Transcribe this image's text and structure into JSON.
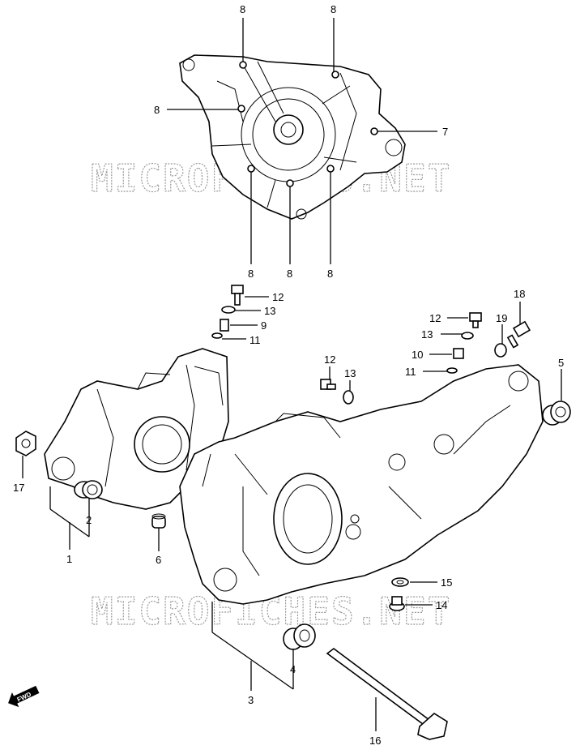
{
  "watermark": {
    "text_top": "MICROFICHES.NET",
    "text_bottom": "MICROFICHES.NET"
  },
  "fwd_label": "FWD",
  "callouts": [
    {
      "id": "8a",
      "text": "8"
    },
    {
      "id": "8b",
      "text": "8"
    },
    {
      "id": "8c",
      "text": "8"
    },
    {
      "id": "7",
      "text": "7"
    },
    {
      "id": "8d",
      "text": "8"
    },
    {
      "id": "8e",
      "text": "8"
    },
    {
      "id": "8f",
      "text": "8"
    },
    {
      "id": "12a",
      "text": "12"
    },
    {
      "id": "13a",
      "text": "13"
    },
    {
      "id": "9",
      "text": "9"
    },
    {
      "id": "11a",
      "text": "11"
    },
    {
      "id": "18",
      "text": "18"
    },
    {
      "id": "12b",
      "text": "12"
    },
    {
      "id": "19",
      "text": "19"
    },
    {
      "id": "13b",
      "text": "13"
    },
    {
      "id": "10",
      "text": "10"
    },
    {
      "id": "11b",
      "text": "11"
    },
    {
      "id": "12c",
      "text": "12"
    },
    {
      "id": "13c",
      "text": "13"
    },
    {
      "id": "5",
      "text": "5"
    },
    {
      "id": "17",
      "text": "17"
    },
    {
      "id": "2",
      "text": "2"
    },
    {
      "id": "1",
      "text": "1"
    },
    {
      "id": "6",
      "text": "6"
    },
    {
      "id": "15",
      "text": "15"
    },
    {
      "id": "14",
      "text": "14"
    },
    {
      "id": "4",
      "text": "4"
    },
    {
      "id": "3",
      "text": "3"
    },
    {
      "id": "16",
      "text": "16"
    }
  ]
}
